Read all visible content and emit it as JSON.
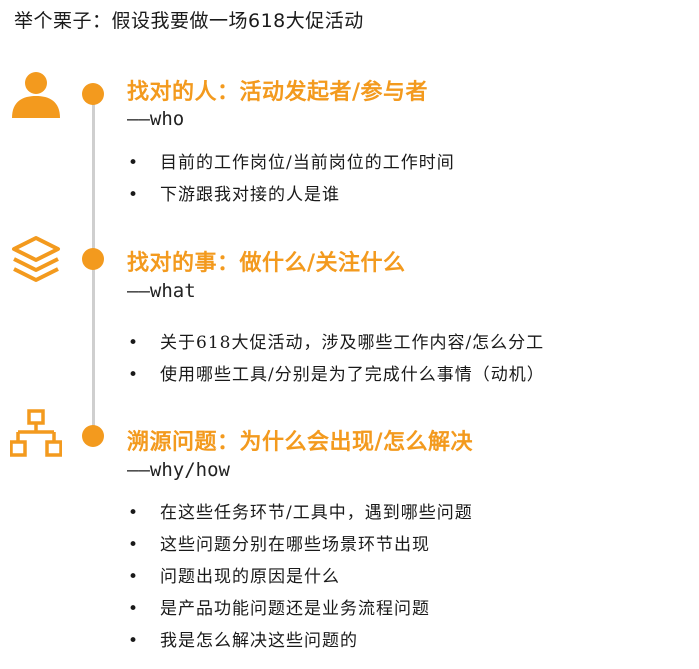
{
  "title": "举个栗子：假设我要做一场618大促活动",
  "colors": {
    "accent": "#f39a1e",
    "line": "#cfcfcf"
  },
  "sections": [
    {
      "icon": "person-icon",
      "heading": "找对的人：活动发起者/参与者",
      "sub": "——who",
      "bullets": [
        "目前的工作岗位/当前岗位的工作时间",
        "下游跟我对接的人是谁"
      ]
    },
    {
      "icon": "layers-icon",
      "heading": "找对的事：做什么/关注什么",
      "sub": "——what",
      "bullets": [
        "关于618大促活动，涉及哪些工作内容/怎么分工",
        "使用哪些工具/分别是为了完成什么事情（动机）"
      ]
    },
    {
      "icon": "hierarchy-icon",
      "heading": "溯源问题：为什么会出现/怎么解决",
      "sub": "——why/how",
      "bullets": [
        "在这些任务环节/工具中，遇到哪些问题",
        "这些问题分别在哪些场景环节出现",
        "问题出现的原因是什么",
        "是产品功能问题还是业务流程问题",
        "我是怎么解决这些问题的"
      ]
    }
  ]
}
